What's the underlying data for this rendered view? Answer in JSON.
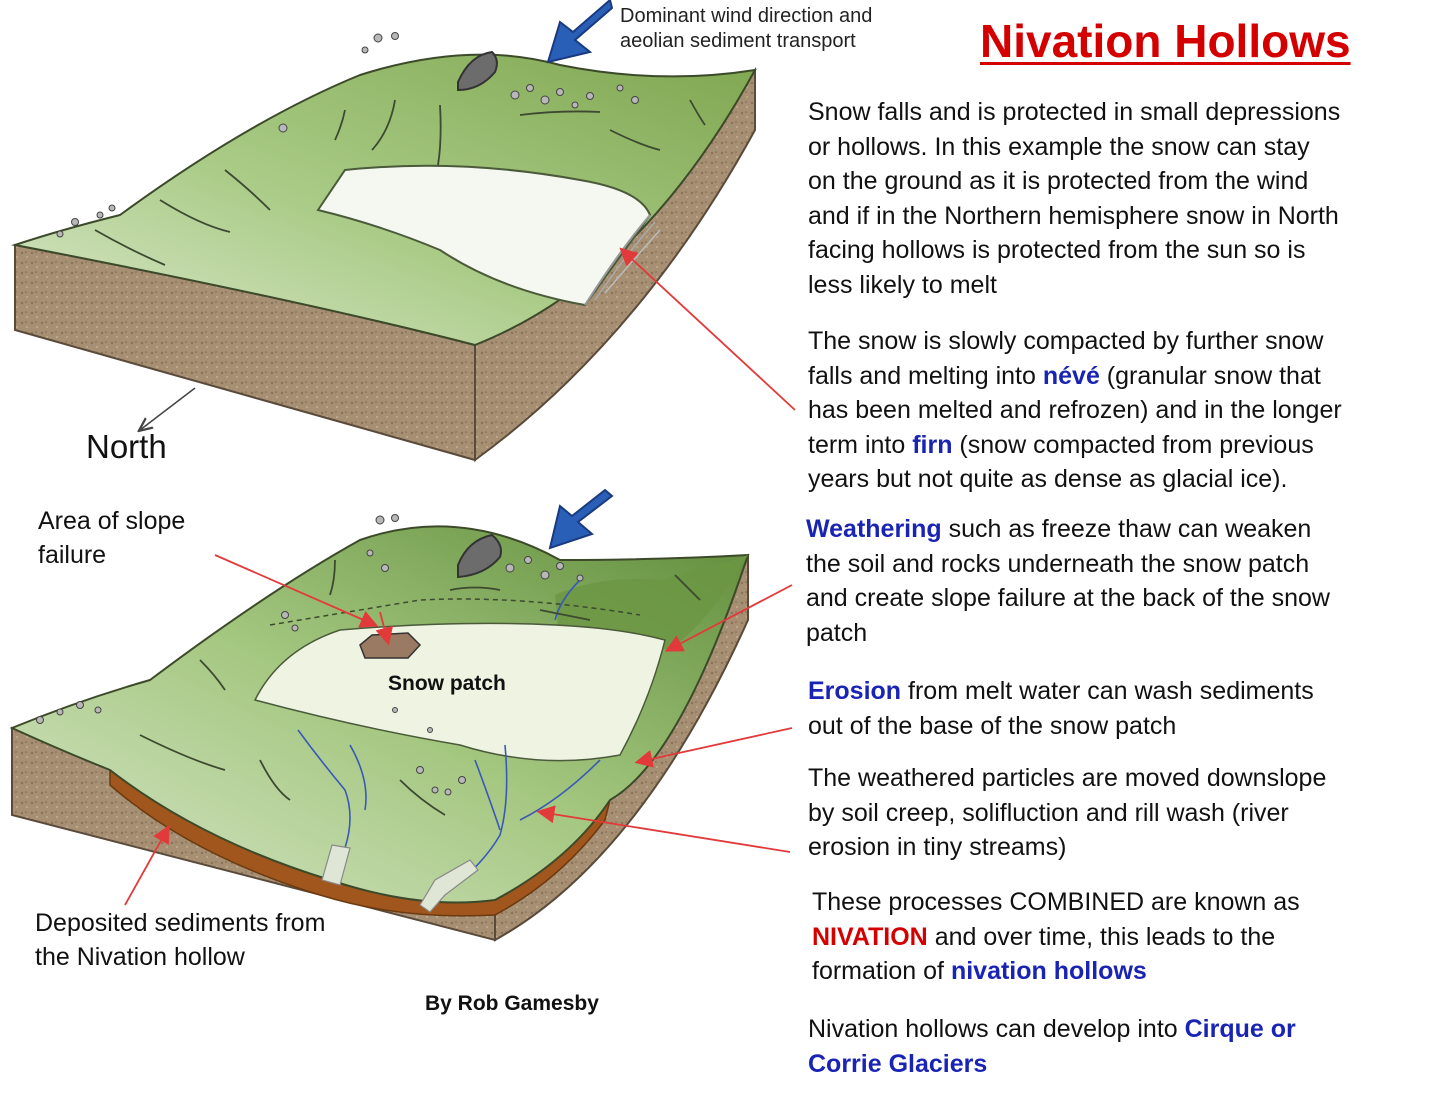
{
  "title": "Nivation Hollows",
  "wind_label": {
    "line1": "Dominant wind direction and",
    "line2": "aeolian sediment transport"
  },
  "north_label": "North",
  "slope_failure_label": {
    "line1": "Area of slope",
    "line2": "failure"
  },
  "snow_patch_label": "Snow patch",
  "deposited_label": {
    "line1": "Deposited sediments from",
    "line2": "the Nivation  hollow"
  },
  "credit": "By Rob Gamesby",
  "paragraphs": {
    "p1": {
      "lines": [
        "Snow falls and is protected in small depressions",
        "or hollows.  In this example the snow can stay",
        "on the ground as it is protected from the wind",
        "and if in the Northern hemisphere snow in North",
        "facing hollows is protected from the sun so is",
        "less likely to melt"
      ]
    },
    "p2": {
      "l1": "The snow is slowly compacted by further snow",
      "l2_a": "falls and melting into ",
      "l2_neve": "névé",
      "l2_b": " (granular snow that",
      "l3": "has been melted and refrozen) and in the longer",
      "l4_a": "term into ",
      "l4_firn": "firn",
      "l4_b": " (snow compacted from previous",
      "l5": "years but not quite as dense as glacial ice)."
    },
    "p3": {
      "weathering": "Weathering",
      "l1_b": " such as freeze thaw can weaken",
      "l2": "the soil and rocks underneath  the snow patch",
      "l3": "and create slope failure at the back of the snow",
      "l4": "patch"
    },
    "p4": {
      "erosion": "Erosion",
      "l1_b": " from melt water can wash sediments",
      "l2": "out of the base of the snow patch"
    },
    "p5": {
      "lines": [
        "The weathered particles are moved downslope",
        "by soil creep, solifluction and rill wash (river",
        "erosion in tiny streams)"
      ]
    },
    "p6": {
      "l1": "These processes COMBINED are known as",
      "nivation": "NIVATION",
      "l2_b": " and over time, this leads to the",
      "l3_a": "formation of ",
      "l3_term": "nivation hollows"
    },
    "p7": {
      "l1_a": "Nivation  hollows can develop into ",
      "l1_term": "Cirque or",
      "l2_term": "Corrie Glaciers"
    }
  },
  "colors": {
    "title": "#d40000",
    "term_blue": "#1a24b4",
    "nivation_red": "#d40000",
    "arrow_blue": "#2a5fb8",
    "grass_light": "#c8dfa8",
    "grass_dark": "#6f9a45",
    "soil": "#a38d72",
    "snow": "#f4f7ee",
    "pointer_red": "#e23a3a",
    "sediment": "#a0561c"
  }
}
